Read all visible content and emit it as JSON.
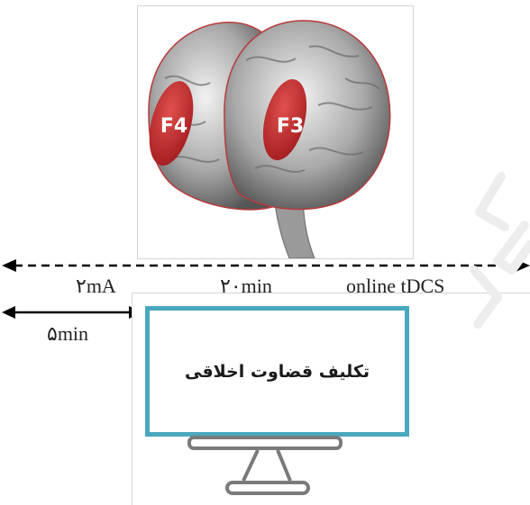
{
  "brain": {
    "electrode_left": "F4",
    "electrode_right": "F3"
  },
  "timeline": {
    "current": "۲mA",
    "duration": "۲۰min",
    "mode": "online tDCS",
    "delay": "۵min"
  },
  "monitor": {
    "task_text": "تکلیف قضاوت اخلاقی"
  },
  "colors": {
    "electrode": "#c8292c",
    "screen_border": "#4aa8be",
    "arrow": "#000000"
  }
}
